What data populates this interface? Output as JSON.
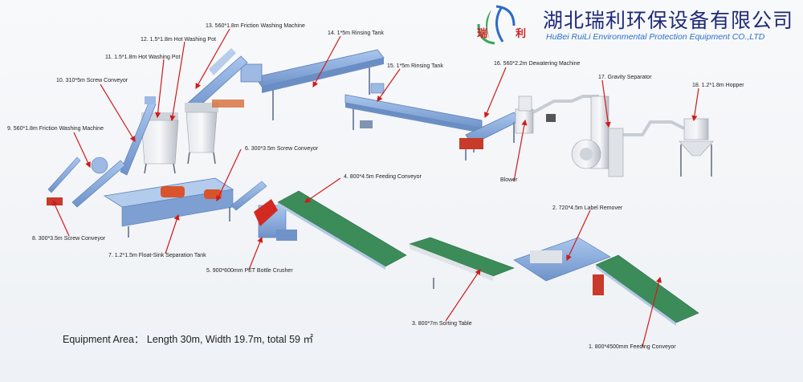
{
  "company": {
    "name_cn": "湖北瑞利环保设备有限公司",
    "name_en": "HuBei RuiLi Environmental Protection Equipment CO.,LTD",
    "logo_chars": [
      "瑞",
      "利"
    ]
  },
  "area_note": "Equipment Area：  Length 30m, Width 19.7m, total 59 ㎡",
  "labels": [
    "1. 800*4500mm Feeding Conveyor",
    "2. 720*4.5m Label Remover",
    "3. 800*7m Sorting Table",
    "4. 800*4.5m Feeding Conveyor",
    "5. 900*600mm PET Bottle Crusher",
    "6. 300*3.5m Screw Conveyor",
    "7. 1.2*1.5m Float-Sink Separation Tank",
    "8. 300*3.5m Screw Conveyor",
    "9. 560*1.8m Friction Washing Machine",
    "10. 310*5m Screw Conveyor",
    "11. 1.5*1.8m Hot Washing Pot",
    "12. 1.5*1.8m Hot Washing Pot",
    "13. 560*1.8m Friction Washing Machine",
    "14. 1*5m Rinsing Tank",
    "15. 1*5m Rinsing Tank",
    "16. 560*2.2m Dewatering Machine",
    "17. Gravity Separator",
    "18. 1.2*1.8m Hopper",
    "Blower"
  ],
  "colors": {
    "machine_blue": "#8fb3e0",
    "machine_dark": "#5b7fb8",
    "belt_green": "#3c8c5a",
    "arrow_red": "#d11a1a",
    "motor_red": "#c83a2a",
    "steel_gray": "#c9cdd3",
    "logo_green": "#3aa655",
    "logo_blue": "#2b6cc4"
  }
}
